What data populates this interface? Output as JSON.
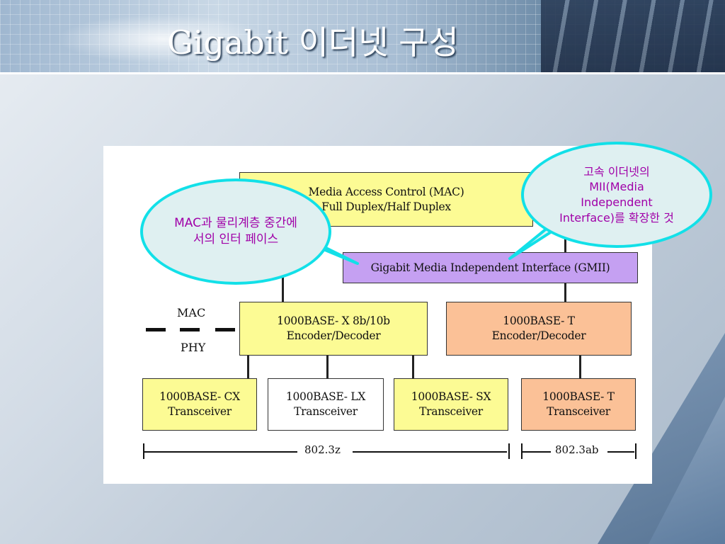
{
  "slide": {
    "title": "Gigabit 이더넷 구성"
  },
  "diagram": {
    "mac_line1": "Media Access Control (MAC)",
    "mac_line2": "Full Duplex/Half Duplex",
    "gmii": "Gigabit Media Independent Interface (GMII)",
    "enc_x_line1": "1000BASE- X 8b/10b",
    "enc_x_line2": "Encoder/Decoder",
    "enc_t_line1": "1000BASE- T",
    "enc_t_line2": "Encoder/Decoder",
    "layer_mac": "MAC",
    "layer_phy": "PHY",
    "transceivers": [
      {
        "line1": "1000BASE- CX",
        "line2": "Transceiver"
      },
      {
        "line1": "1000BASE- LX",
        "line2": "Transceiver"
      },
      {
        "line1": "1000BASE- SX",
        "line2": "Transceiver"
      },
      {
        "line1": "1000BASE- T",
        "line2": "Transceiver"
      }
    ],
    "std_z": "802.3z",
    "std_ab": "802.3ab"
  },
  "callouts": {
    "left": "MAC과 물리계층 중간에서의 인터 페이스",
    "right_line1": "고속 이더넷의",
    "right_line2": "MII(Media Independent Interface)를 확장한 것"
  },
  "colors": {
    "yellow": "#fcfb94",
    "purple": "#c5a0f2",
    "orange": "#fbc197",
    "bubble_border": "#12e0e8",
    "bubble_text": "#a000a8"
  }
}
